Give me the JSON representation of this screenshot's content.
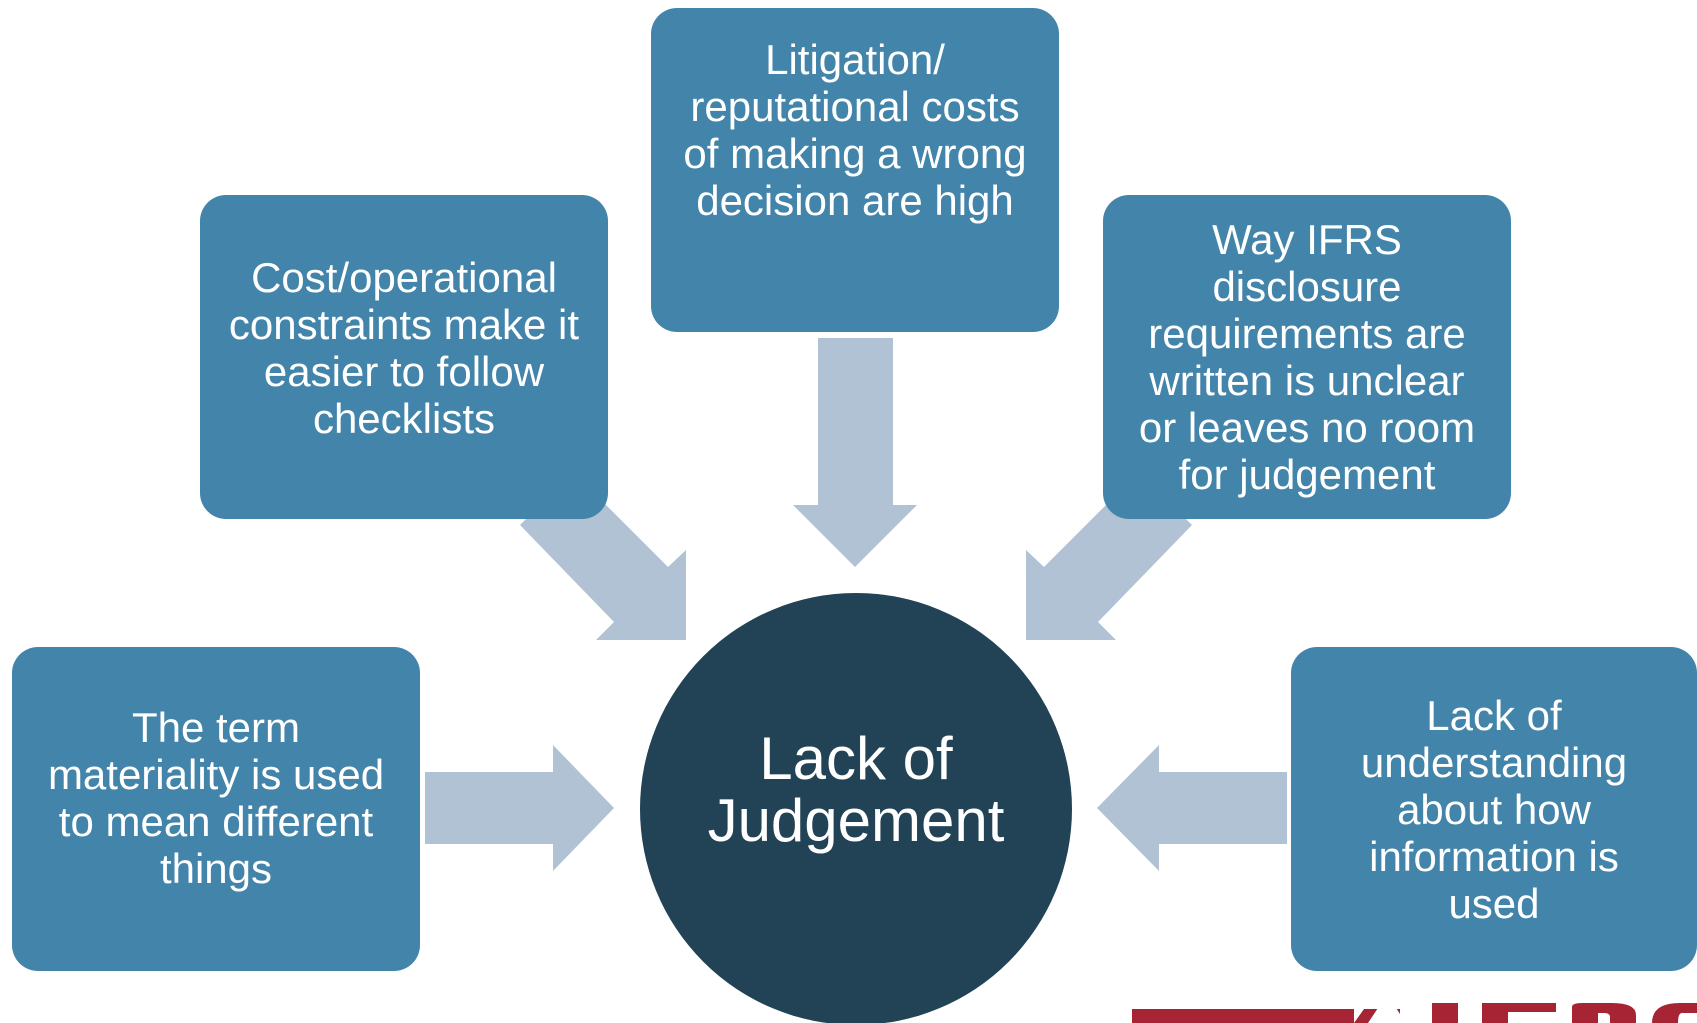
{
  "diagram": {
    "center": {
      "label": "Lack of\nJudgement"
    },
    "causes": {
      "top": "Litigation/\nreputational costs\nof making a wrong\ndecision are high",
      "upper_left": "Cost/operational\nconstraints make it\neasier to follow\nchecklists",
      "upper_right": "Way IFRS\ndisclosure\nrequirements are\nwritten is unclear\nor leaves no room\nfor judgement",
      "left": "The term\nmateriality is used\nto mean different\nthings",
      "right": "Lack of\nunderstanding\nabout how\ninformation is\nused"
    }
  },
  "colors": {
    "box_fill": "#4384aa",
    "center_fill": "#224356",
    "arrow_fill": "#b0c2d3",
    "text": "#ffffff",
    "logo_red": "#a72434"
  },
  "logo": {
    "name": "ifrs-logo"
  }
}
